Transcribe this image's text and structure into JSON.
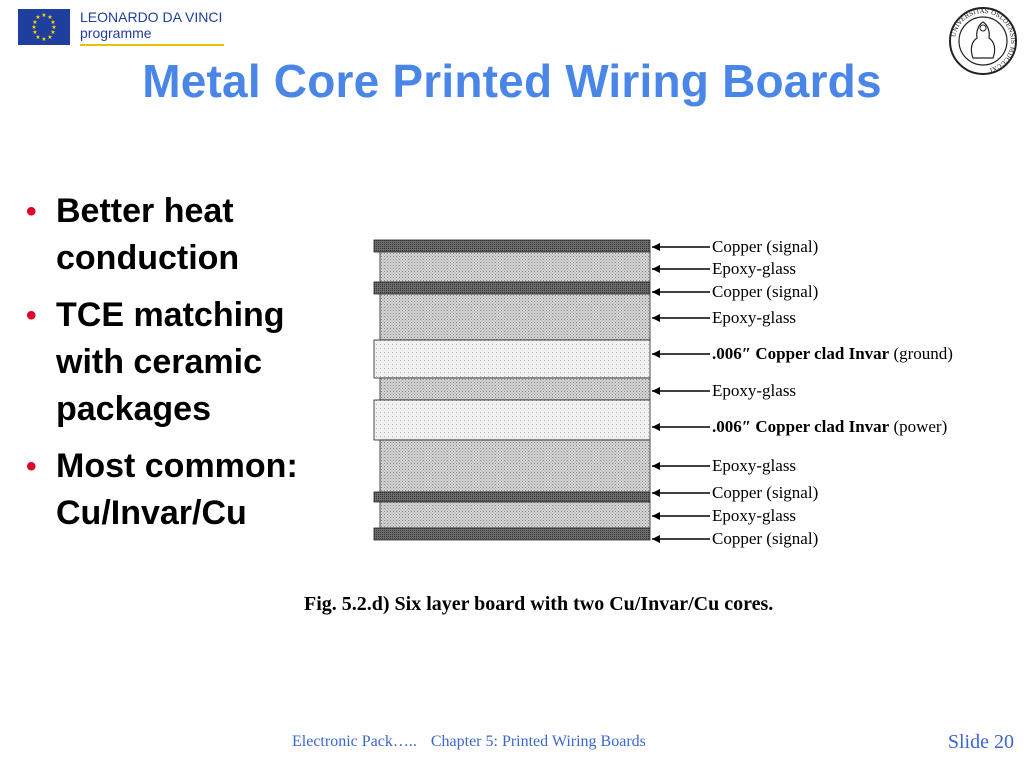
{
  "header": {
    "eu_logo_icon": "eu-flag-icon",
    "program_line1": "LEONARDO DA VINCI",
    "program_line2": "programme",
    "university_seal": "UNIVERSITAS OSLOENSIS MDCCCXI",
    "seal_icon": "university-seal-icon"
  },
  "slide": {
    "title": "Metal Core Printed Wiring Boards",
    "bullets": [
      "Better heat conduction",
      "TCE matching with ceramic packages",
      "Most common: Cu/Invar/Cu"
    ],
    "bullet_color": "#e0002a",
    "title_color": "#4a86e8"
  },
  "figure": {
    "labels": [
      {
        "text": "Copper (signal)",
        "layer": "copper"
      },
      {
        "text": "Epoxy-glass",
        "layer": "epoxy"
      },
      {
        "text": "Copper (signal)",
        "layer": "copper"
      },
      {
        "text": "Epoxy-glass",
        "layer": "epoxy"
      },
      {
        "text": ".006″ Copper clad Invar",
        "suffix": " (ground)",
        "layer": "invar"
      },
      {
        "text": "Epoxy-glass",
        "layer": "epoxy"
      },
      {
        "text": ".006″ Copper clad Invar",
        "suffix": " (power)",
        "layer": "invar"
      },
      {
        "text": "Epoxy-glass",
        "layer": "epoxy"
      },
      {
        "text": "Copper (signal)",
        "layer": "copper"
      },
      {
        "text": "Epoxy-glass",
        "layer": "epoxy"
      },
      {
        "text": "Copper (signal)",
        "layer": "copper"
      }
    ],
    "caption": "Fig. 5.2.d) Six layer board with two Cu/Invar/Cu cores."
  },
  "footer": {
    "course": "Electronic Pack…..",
    "chapter": "Chapter 5: Printed Wiring Boards",
    "slide": "Slide 20",
    "color": "#3a67d4"
  }
}
